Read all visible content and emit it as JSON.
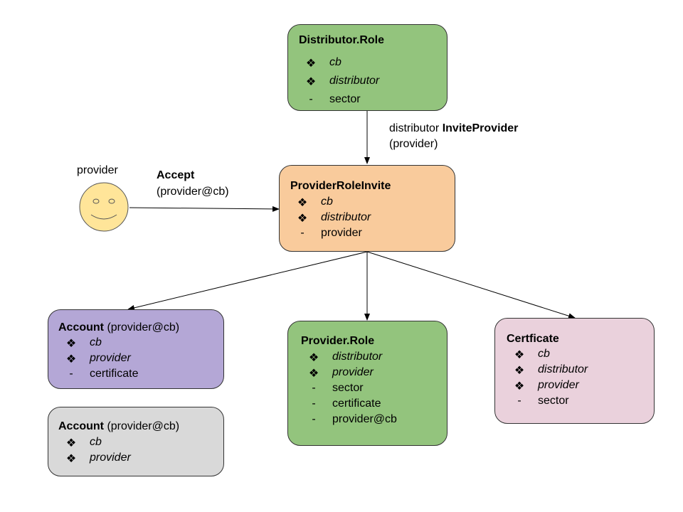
{
  "distributor_role": {
    "title": "Distributor.Role",
    "items": [
      {
        "bullet": "❖",
        "text": "cb",
        "italic": true
      },
      {
        "bullet": "❖",
        "text": "distributor",
        "italic": true
      },
      {
        "bullet": "-",
        "text": "sector",
        "italic": false
      }
    ],
    "color": "#93c47d"
  },
  "invite_edge": {
    "actor": "distributor",
    "action": "InviteProvider",
    "arg": "(provider)"
  },
  "provider_actor": {
    "label": "provider",
    "action": "Accept",
    "arg": "(provider@cb)",
    "color": "#ffe599"
  },
  "provider_role_invite": {
    "title": "ProviderRoleInvite",
    "items": [
      {
        "bullet": "❖",
        "text": "cb",
        "italic": true
      },
      {
        "bullet": "❖",
        "text": "distributor",
        "italic": true
      },
      {
        "bullet": "-",
        "text": "provider",
        "italic": false
      }
    ],
    "color": "#f9cb9c"
  },
  "account_valid": {
    "title": "Account",
    "title_suffix": "(provider@cb)",
    "items": [
      {
        "bullet": "❖",
        "text": "cb",
        "italic": true
      },
      {
        "bullet": "❖",
        "text": "provider",
        "italic": true
      },
      {
        "bullet": "-",
        "text": "certificate",
        "italic": false
      }
    ],
    "color": "#b4a7d6",
    "icon": "sparkle-star-icon"
  },
  "account_invalid": {
    "title": "Account",
    "title_suffix": "(provider@cb)",
    "items": [
      {
        "bullet": "❖",
        "text": "cb",
        "italic": true
      },
      {
        "bullet": "❖",
        "text": "provider",
        "italic": true
      }
    ],
    "color": "#d9d9d9",
    "icon": "red-cross-icon"
  },
  "provider_role": {
    "title": "Provider.Role",
    "items": [
      {
        "bullet": "❖",
        "text": "distributor",
        "italic": true
      },
      {
        "bullet": "❖",
        "text": "provider",
        "italic": true
      },
      {
        "bullet": "-",
        "text": "sector",
        "italic": false
      },
      {
        "bullet": "-",
        "text": "certificate",
        "italic": false
      },
      {
        "bullet": "-",
        "text": "provider@cb",
        "italic": false
      }
    ],
    "color": "#93c47d"
  },
  "certificate": {
    "title": "Certficate",
    "items": [
      {
        "bullet": "❖",
        "text": "cb",
        "italic": true
      },
      {
        "bullet": "❖",
        "text": "distributor",
        "italic": true
      },
      {
        "bullet": "❖",
        "text": "provider",
        "italic": true
      },
      {
        "bullet": "-",
        "text": "sector",
        "italic": false
      }
    ],
    "color": "#ead1dc"
  }
}
